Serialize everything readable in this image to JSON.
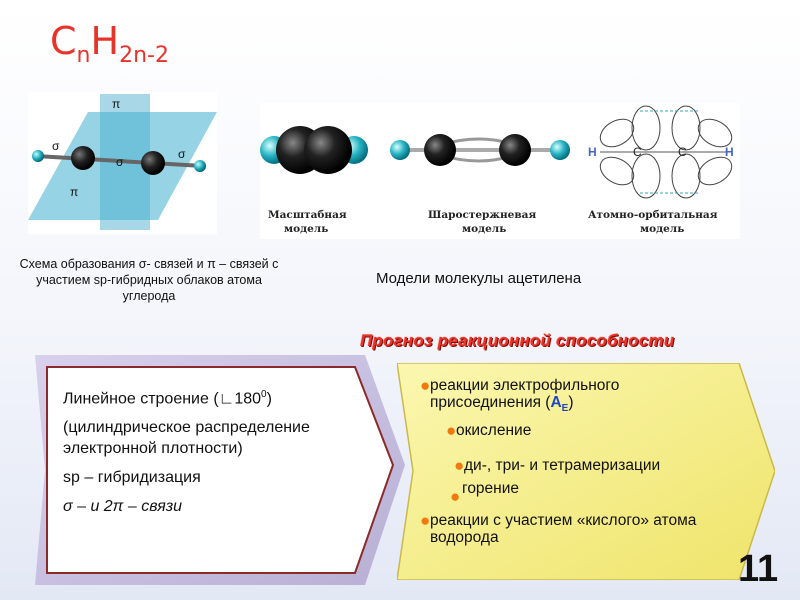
{
  "formula": {
    "base1": "C",
    "sub1": "n",
    "base2": "H",
    "sub2": "2n-2"
  },
  "scheme": {
    "sigma": "σ",
    "pi": "π",
    "caption": "Схема образования σ- связей и π – связей с участием sp-гибридных облаков атома углерода"
  },
  "models": {
    "scale_line1": "Масштабная",
    "scale_line2": "модель",
    "ballstick_line1": "Шаростержневая",
    "ballstick_line2": "модель",
    "orbital_line1": "Атомно-орбитальная",
    "orbital_line2": "модель",
    "atom_h": "H",
    "atom_c": "C",
    "caption": "Модели молекулы ацетилена"
  },
  "forecast_title": "Прогноз реакционной способности",
  "properties": {
    "line1": "Линейное строение (∟180",
    "line1_sup": "0",
    "line1_end": ")",
    "line2": "(цилиндрическое распределение электронной плотности)",
    "line3": "sp – гибридизация",
    "line4": "σ – и 2π – связи"
  },
  "reactions": {
    "r1_text": "реакции  электрофильного присоединения (",
    "r1_ae": "A",
    "r1_ae_sub": "E",
    "r1_end": ")",
    "r2": "окисление",
    "r3": "ди-, три- и тетрамеризации",
    "r4": "горение",
    "r5": "реакции с участием «кислого» атома водорода"
  },
  "page_number": "11",
  "colors": {
    "accent": "#e8332a",
    "bullet": "#f07a10",
    "ae": "#1e44c8",
    "yellow": "#f5ee80"
  }
}
